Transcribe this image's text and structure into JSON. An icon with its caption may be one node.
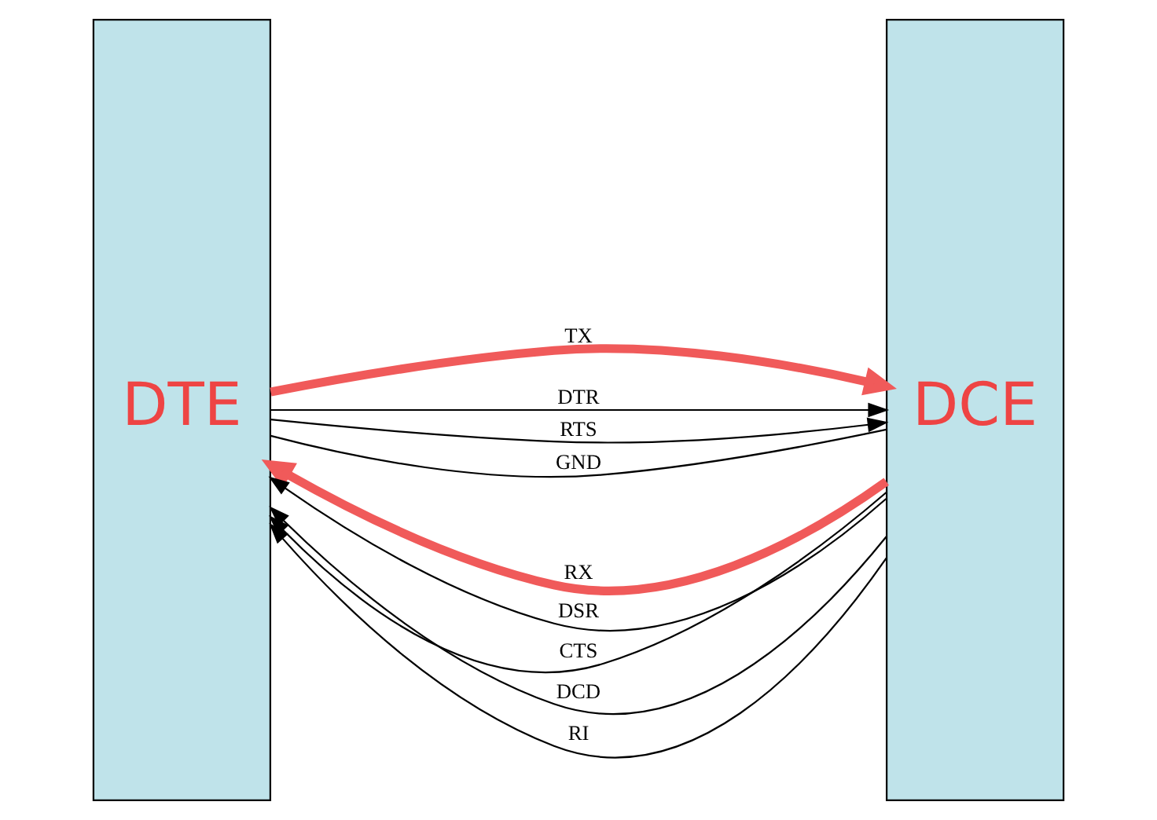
{
  "diagram": {
    "nodes": [
      {
        "text": [
          "DTE"
        ]
      },
      {
        "text": [
          "DCE"
        ]
      }
    ],
    "edges": [
      {
        "from": 0,
        "to": 1,
        "arrow": "to",
        "label": "TX",
        "style": "thick",
        "color": "#f05a5a"
      },
      {
        "from": 1,
        "to": 0,
        "arrow": "to",
        "label": "RX",
        "style": "thick",
        "color": "#f05a5a"
      },
      {
        "from": 0,
        "to": 1,
        "arrow": "to",
        "label": "DTR"
      },
      {
        "from": 1,
        "to": 0,
        "arrow": "to",
        "label": "DSR"
      },
      {
        "from": 0,
        "to": 1,
        "arrow": "to",
        "label": "RTS"
      },
      {
        "from": 1,
        "to": 0,
        "arrow": "to",
        "label": "CTS"
      },
      {
        "from": 1,
        "to": 0,
        "arrow": "to",
        "label": "DCD"
      },
      {
        "from": 1,
        "to": 0,
        "arrow": "to",
        "label": "RI"
      },
      {
        "from": 0,
        "to": 1,
        "arrow": "none",
        "label": "GND"
      }
    ]
  }
}
